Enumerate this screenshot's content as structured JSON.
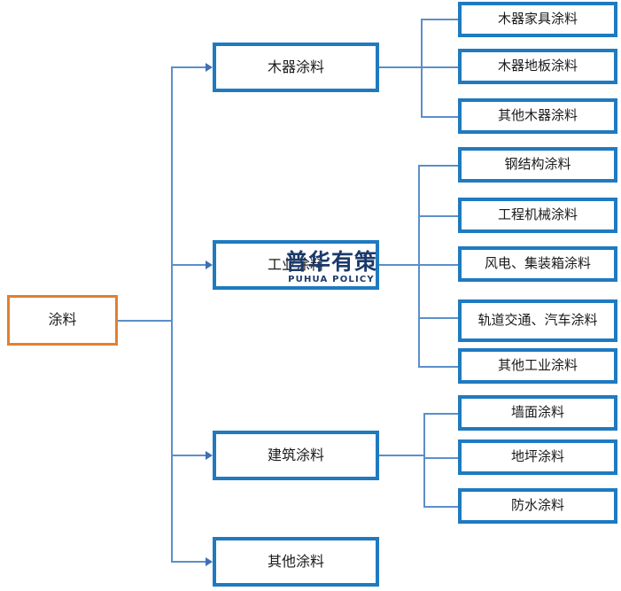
{
  "diagram": {
    "type": "tree",
    "title": "",
    "background_color": "#ffffff",
    "root_border_color": "#e0802f",
    "node_border_color": "#1f7ac0",
    "connector_color": "#5b8fc9",
    "arrow_color": "#3f6fb5",
    "root": {
      "label": "涂料"
    },
    "branches": [
      {
        "label": "木器涂料",
        "children": [
          {
            "label": "木器家具涂料"
          },
          {
            "label": "木器地板涂料"
          },
          {
            "label": "其他木器涂料"
          }
        ]
      },
      {
        "label": "工业涂料",
        "children": [
          {
            "label": "钢结构涂料"
          },
          {
            "label": "工程机械涂料"
          },
          {
            "label": "风电、集装箱涂料"
          },
          {
            "label": "轨道交通、汽车涂料"
          },
          {
            "label": "其他工业涂料"
          }
        ]
      },
      {
        "label": "建筑涂料",
        "children": [
          {
            "label": "墙面涂料"
          },
          {
            "label": "地坪涂料"
          },
          {
            "label": "防水涂料"
          }
        ]
      },
      {
        "label": "其他涂料",
        "children": []
      }
    ]
  },
  "watermark": {
    "chinese": "普华有策",
    "english": "PUHUA POLICY",
    "color": "#1b3a6b"
  }
}
